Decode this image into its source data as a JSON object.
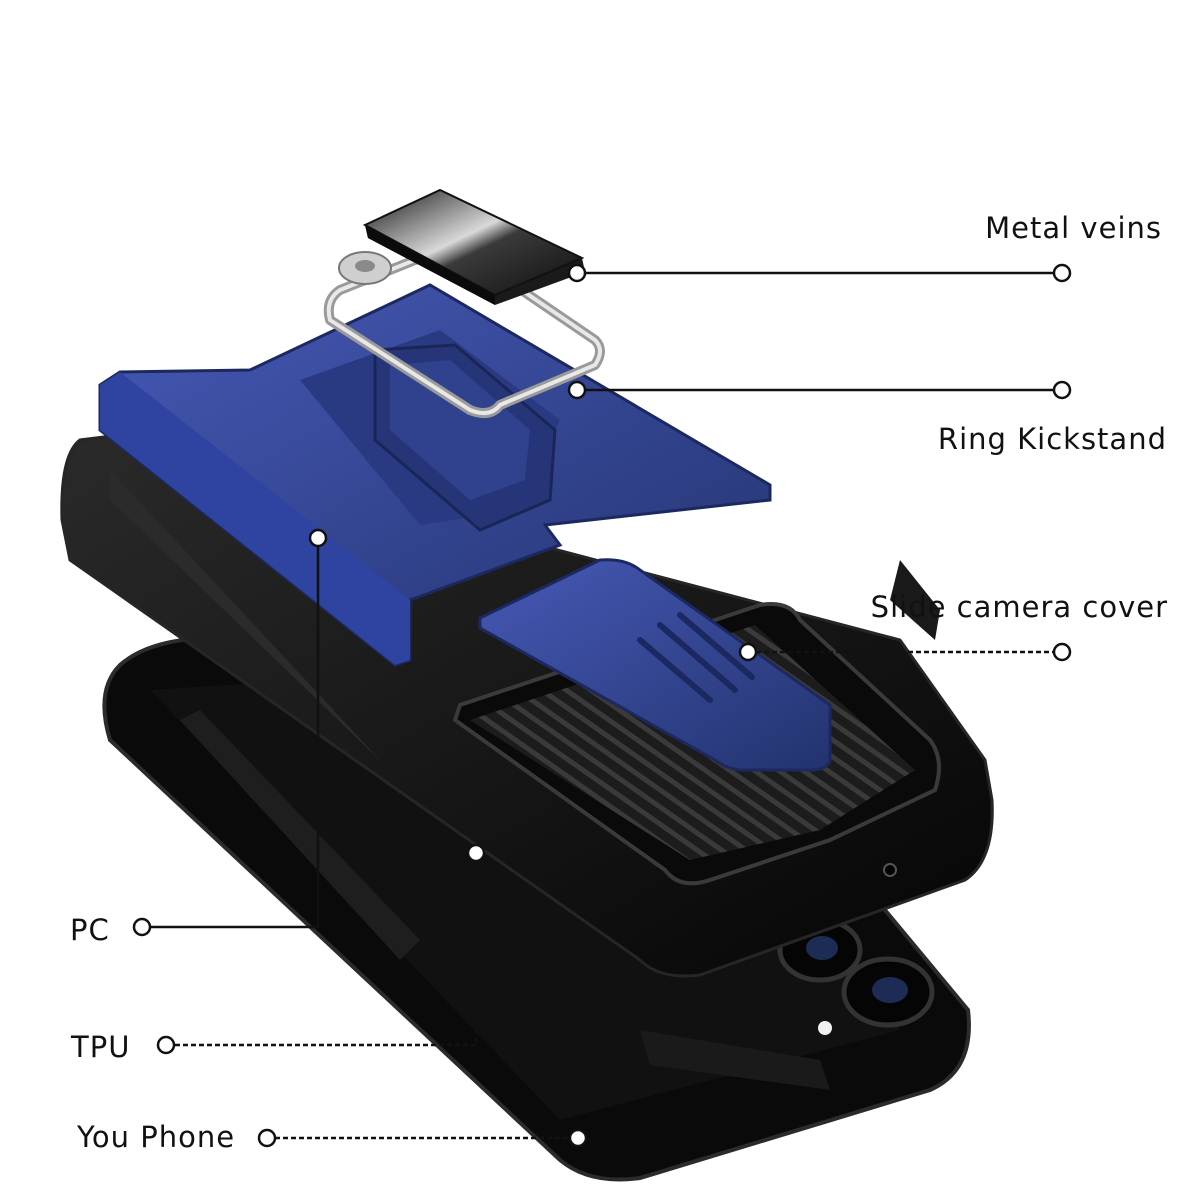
{
  "labels": {
    "metal_veins": "Metal veins",
    "ring_kickstand": "Ring Kickstand",
    "slide_camera_cover": "Slide camera cover",
    "pc": "PC",
    "tpu": "TPU",
    "you_phone": "You Phone"
  },
  "colors": {
    "case_blue": "#2b3d8a",
    "case_blue_light": "#3f55b0",
    "frame_black": "#141414",
    "phone_black": "#0b0b0b",
    "metal_plate": "#2a2a2a",
    "leader_line": "#111111",
    "label_text": "#111111",
    "background": "#ffffff"
  }
}
